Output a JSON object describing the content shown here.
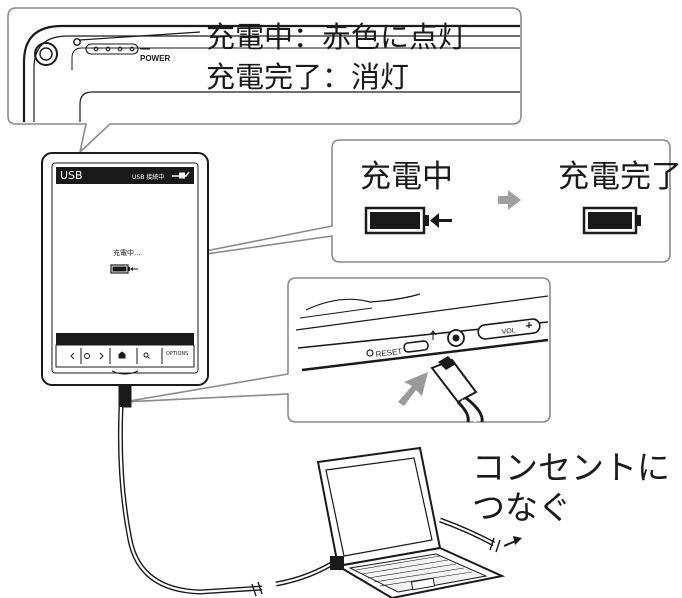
{
  "power_callout": {
    "line_charging": "充電中：赤色に点灯",
    "line_complete": "充電完了：消灯",
    "power_label": "POWER"
  },
  "status_callout": {
    "charging_label": "充電中",
    "complete_label": "充電完了"
  },
  "reader_screen": {
    "title": "USB",
    "header_status": "USB 接続中",
    "center_text": "充電中...",
    "options_label": "OPTIONS"
  },
  "port_callout": {
    "reset_label": "RESET",
    "vol_label": "VOL"
  },
  "outlet_note": {
    "line1": "コンセントに",
    "line2": "つなぐ"
  },
  "colors": {
    "ink": "#1a1a1a",
    "callout_border": "#8a8a8a",
    "arrow_gray": "#a0a0a0",
    "highlight_arrow": "#9a9a9a"
  }
}
